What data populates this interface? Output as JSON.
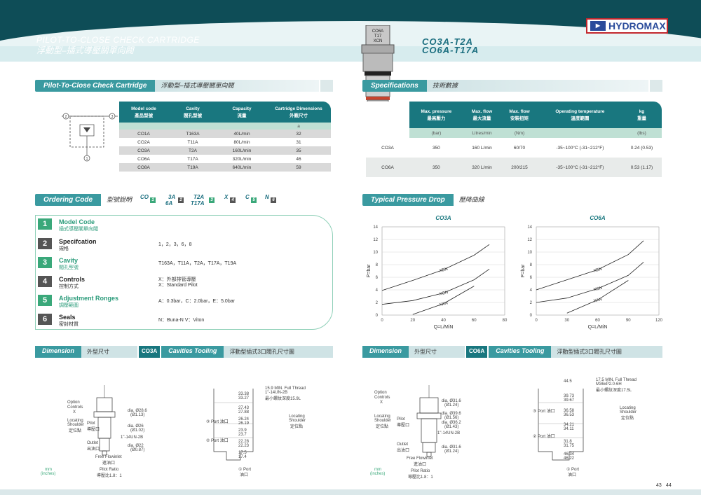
{
  "header": {
    "title": "PILOT-TO-CLOSE CHECK CARTRIDGE",
    "title_zh": "浮動型–插式導壓關單向閥",
    "model1": "CO3A-T2A",
    "model2": "CO6A-T17A",
    "logo": "HYDROMAX",
    "cartridge_label": "CO6A T17 XCN"
  },
  "sections": {
    "pilot": {
      "label": "Pilot-To-Close Check Cartridge",
      "zh": "浮動型–插式導壓關單向閥"
    },
    "spec": {
      "label": "Specifications",
      "zh": "技術數據"
    },
    "ordering": {
      "label": "Ordering Code",
      "zh": "型號說明"
    },
    "pressure": {
      "label": "Typical Pressure Drop",
      "zh": "壓降曲線"
    },
    "dim1": {
      "label": "Dimension",
      "zh": "外型尺寸",
      "tag": "CO3A"
    },
    "cav1": {
      "label": "Cavities Tooling",
      "zh": "浮動型插式3口閥孔尺寸圖"
    },
    "dim2": {
      "label": "Dimension",
      "zh": "外型尺寸",
      "tag": "CO6A"
    },
    "cav2": {
      "label": "Cavities Tooling",
      "zh": "浮動型插式3口閥孔尺寸圖"
    }
  },
  "model_table": {
    "headers": [
      [
        "Model code",
        "產品型號"
      ],
      [
        "Cavity",
        "閥孔型號"
      ],
      [
        "Capacity",
        "流量"
      ],
      [
        "Cartridge Dimensions",
        "外觀尺寸"
      ]
    ],
    "sub": [
      "",
      "",
      "",
      "a"
    ],
    "rows": [
      [
        "CO1A",
        "T163A",
        "40L/min",
        "32"
      ],
      [
        "CO2A",
        "T11A",
        "80L/min",
        "31"
      ],
      [
        "CO3A",
        "T2A",
        "160L/min",
        "35"
      ],
      [
        "CO6A",
        "T17A",
        "320L/min",
        "46"
      ],
      [
        "CO8A",
        "T19A",
        "640L/min",
        "59"
      ]
    ]
  },
  "spec_table": {
    "headers": [
      [
        "Max. pressure",
        "最高壓力"
      ],
      [
        "Max. flow",
        "最大流量"
      ],
      [
        "Max. flow",
        "安裝扭矩"
      ],
      [
        "Operating temperature",
        "溫度範圍"
      ],
      [
        "kg",
        "重量"
      ]
    ],
    "sub": [
      "(bar)",
      "Litres/min",
      "(Nm)",
      "",
      "(lbs)"
    ],
    "rows": [
      [
        "CO3A",
        "350",
        "160 L/min",
        "60/70",
        "-35~100°C (-31~212°F)",
        "0.24 (0.53)"
      ],
      [
        "CO6A",
        "350",
        "320 L/min",
        "200/215",
        "-35~100°C (-31~212°F)",
        "0.53 (1.17)"
      ]
    ]
  },
  "ordering": {
    "code": {
      "co": "CO",
      "a1": "3A",
      "a2": "6A",
      "b1": "T2A",
      "b2": "T17A",
      "x": "X",
      "c": "C",
      "n": "N",
      "n1": "1",
      "n2": "2",
      "n3": "3",
      "n4": "4",
      "n5": "5",
      "n6": "6"
    },
    "items": [
      {
        "num": "1",
        "en": "Model Code",
        "zh": "插式導壓關單向閥",
        "val": ""
      },
      {
        "num": "2",
        "en": "Specifcation",
        "zh": "規格",
        "val": "1，2，3，6，8"
      },
      {
        "num": "3",
        "en": "Cavity",
        "zh": "閥孔型號",
        "val": "T163A，T11A，T2A，T17A，T19A"
      },
      {
        "num": "4",
        "en": "Controls",
        "zh": "控制方式",
        "val": "X：外部排管導壓",
        "val2": "X：Standard Pilot"
      },
      {
        "num": "5",
        "en": "Adjustment Ronges",
        "zh": "調壓範圍",
        "val": "A：0.3bar，C：2.0bar，E：5.0bar"
      },
      {
        "num": "6",
        "en": "Seals",
        "zh": "密封材質",
        "val": "N：Buna-N      V：Viton"
      }
    ]
  },
  "chart_data": [
    {
      "type": "line",
      "title": "CO3A",
      "xlabel": "Q=L/MiN",
      "ylabel": "P=bar",
      "xlim": [
        0,
        80
      ],
      "ylim": [
        0,
        14
      ],
      "xticks": [
        "0",
        "20",
        "40",
        "60",
        "80"
      ],
      "yticks": [
        "0",
        "2",
        "4",
        "6",
        "8",
        "10",
        "12",
        "14"
      ],
      "series": [
        {
          "name": "XEN",
          "x": [
            0,
            20,
            40,
            60,
            70
          ],
          "y": [
            3.9,
            5.5,
            7.2,
            9.5,
            11.2
          ]
        },
        {
          "name": "XCN",
          "x": [
            0,
            20,
            40,
            60,
            70
          ],
          "y": [
            1.7,
            2.3,
            3.5,
            5.6,
            7.3
          ]
        },
        {
          "name": "XAN",
          "x": [
            20,
            40,
            60
          ],
          "y": [
            0.1,
            1.8,
            4.6
          ]
        }
      ]
    },
    {
      "type": "line",
      "title": "CO6A",
      "xlabel": "Q=L/MiN",
      "ylabel": "P=bar",
      "xlim": [
        0,
        120
      ],
      "ylim": [
        0,
        14
      ],
      "xticks": [
        "0",
        "30",
        "60",
        "90",
        "120"
      ],
      "yticks": [
        "0",
        "2",
        "4",
        "6",
        "8",
        "10",
        "12",
        "14"
      ],
      "series": [
        {
          "name": "XEN",
          "x": [
            0,
            30,
            60,
            90,
            105
          ],
          "y": [
            4.0,
            5.6,
            7.2,
            9.6,
            11.8
          ]
        },
        {
          "name": "XCN",
          "x": [
            0,
            30,
            60,
            90,
            105
          ],
          "y": [
            2.0,
            2.7,
            4.2,
            6.3,
            8.4
          ]
        },
        {
          "name": "XAN",
          "x": [
            30,
            60,
            90
          ],
          "y": [
            0.3,
            2.4,
            5.5
          ]
        }
      ]
    }
  ],
  "dim1": {
    "option": "Option",
    "controls": "Controls",
    "x": "X",
    "locating": "Locating",
    "shoulder": "Shoulder",
    "shoulder_zh": "定位點",
    "pilot": "Pilot",
    "pilot_zh": "導壓口",
    "outlet": "Outlet",
    "outlet_zh": "出油口",
    "flow": "Free Flowinlet",
    "flow_zh": "進油口",
    "ratio": "Pilot Ratio",
    "ratio_zh": "導壓比1.8：1",
    "unit": "mm",
    "unit2": "(inches)",
    "d1": "dia. Ø28.6",
    "d1b": "(Ø1.13)",
    "d2": "dia. Ø26",
    "d2b": "(Ø1.02)",
    "d3": "1\"-14UN-2B",
    "d4": "dia. Ø22",
    "d4b": "(Ø0.87)",
    "n2": "②",
    "n3": "③",
    "n1": "①"
  },
  "cav1": {
    "thread": "15.9 MIN. Full Thread",
    "thread2": "1\"-14UN-2B",
    "depth": "最小螺紋深度15.9L",
    "port3": "③ Port 油口",
    "port2": "② Port 油口",
    "port1": "① Port",
    "port1_zh": "油口",
    "locating": "Locating",
    "shoulder": "Shoulder",
    "zh": "定位點",
    "dims": [
      "33.38",
      "33.27",
      "27.43",
      "27.88",
      "26.24",
      "26.19",
      "23.9",
      "23.7",
      "22.28",
      "22.23",
      "17.5",
      "17.4"
    ]
  },
  "dim2": {
    "option": "Option",
    "controls": "Controls",
    "x": "X",
    "locating": "Locating",
    "shoulder": "Shoulder",
    "shoulder_zh": "定位點",
    "pilot": "Pilot",
    "pilot_zh": "導壓口",
    "outlet": "Outlet",
    "outlet_zh": "出油口",
    "flow": "Free Flowinlet",
    "flow_zh": "進油口",
    "ratio": "Pilot Ratio",
    "ratio_zh": "導壓比1.8：1",
    "unit": "mm",
    "unit2": "(inches)",
    "d1": "dia. Ø31.6",
    "d1b": "(Ø1.24)",
    "d2": "dia. Ø39.6",
    "d2b": "(Ø1.56)",
    "d3": "dia. Ø36.2",
    "d3b": "(Ø1.43)",
    "d4": "1\"-14UN-2B",
    "d5": "dia. Ø31.6",
    "d5b": "(Ø1.24)"
  },
  "cav2": {
    "thread": "17.5 MIN. Full Thread",
    "thread2": "M36xP2.0-6H",
    "depth": "最小螺紋深度17.5L",
    "port3": "③ Port 油口",
    "port2": "② Port 油口",
    "port1": "① Port",
    "port1_zh": "油口",
    "locating": "Locating",
    "shoulder": "Shoulder",
    "zh": "定位點",
    "dims": [
      "44.5",
      "39.73",
      "39.67",
      "36.58",
      "36.53",
      "34.21",
      "34.11",
      "31.8",
      "31.75",
      "46.34",
      "46.22"
    ]
  },
  "page": {
    "left": "43",
    "right": "44"
  },
  "colors": {
    "teal": "#19777f",
    "green": "#3aa87a",
    "dark": "#0e4d57"
  }
}
